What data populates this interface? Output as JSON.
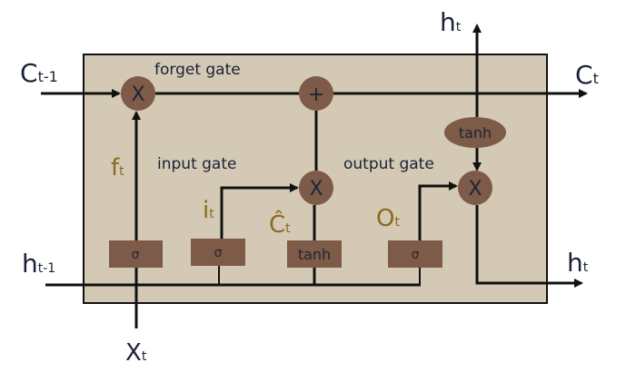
{
  "title": "LSTM cell diagram",
  "colors": {
    "cell_fill": "#d3c9b4",
    "cell_border": "#111111",
    "node_fill": "#7e5a48",
    "line": "#111111",
    "text": "#1b2238"
  },
  "gate_labels": {
    "forget": "forget gate",
    "input": "input gate",
    "output": "output gate"
  },
  "nodes": {
    "forget_multiply": "X",
    "cell_add": "+",
    "input_multiply": "X",
    "output_multiply": "X",
    "output_tanh": "tanh"
  },
  "layers": {
    "forget_sigma": "σ",
    "input_sigma": "σ",
    "candidate_tanh": "tanh",
    "output_sigma": "σ"
  },
  "variables": {
    "c_prev": {
      "base": "C",
      "sub": "t-1"
    },
    "c_out": {
      "base": "C",
      "sub": "t"
    },
    "h_prev": {
      "base": "h",
      "sub": "t-1"
    },
    "h_out_top": {
      "base": "h",
      "sub": "t"
    },
    "h_out_right": {
      "base": "h",
      "sub": "t"
    },
    "x_in": {
      "base": "X",
      "sub": "t"
    },
    "f": {
      "base": "f",
      "sub": "t"
    },
    "i": {
      "base": "i",
      "sub": "t"
    },
    "c_hat": {
      "base": "Ĉ",
      "sub": "t"
    },
    "o": {
      "base": "O",
      "sub": "t"
    }
  }
}
